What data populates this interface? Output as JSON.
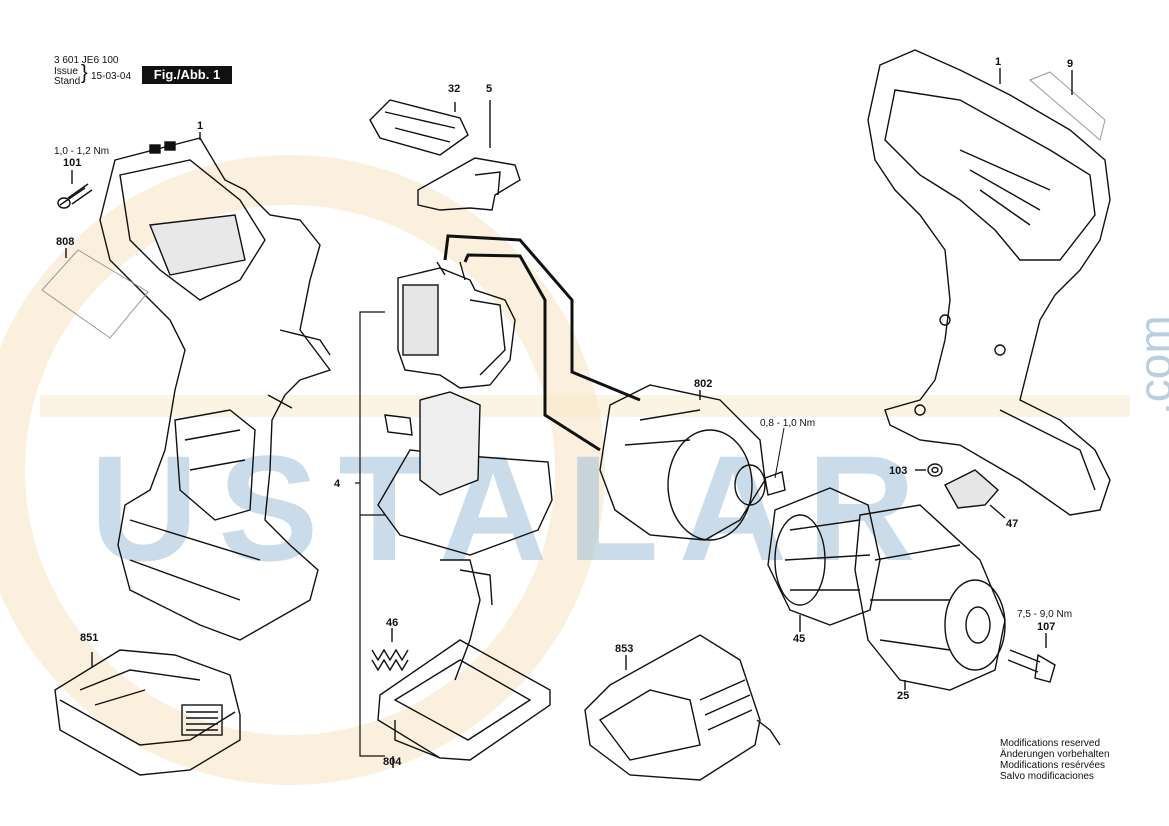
{
  "header": {
    "doc_number": "3 601 JE6 100",
    "issue_label": "Issue",
    "stand_label": "Stand",
    "date": "15-03-04",
    "figure_label": "Fig./Abb. 1"
  },
  "watermark": {
    "text": "USTALAR",
    "suffix": ".com",
    "color": "#9fbfd8",
    "accent": "#f2d49a"
  },
  "parts": {
    "p1_left": "1",
    "p1_right": "1",
    "p9": "9",
    "p32": "32",
    "p5": "5",
    "p101": "101",
    "p808": "808",
    "p4": "4",
    "p802": "802",
    "p103": "103",
    "p47": "47",
    "p46": "46",
    "p45": "45",
    "p25": "25",
    "p107": "107",
    "p851": "851",
    "p853": "853",
    "p804": "804"
  },
  "torques": {
    "t101": "1,0 - 1,2 Nm",
    "t802": "0,8 - 1,0 Nm",
    "t107": "7,5 - 9,0 Nm"
  },
  "notes": {
    "line1": "Modifications reserved",
    "line2": "Änderungen vorbehalten",
    "line3": "Modifications resérvées",
    "line4": "Salvo modificaciones"
  }
}
